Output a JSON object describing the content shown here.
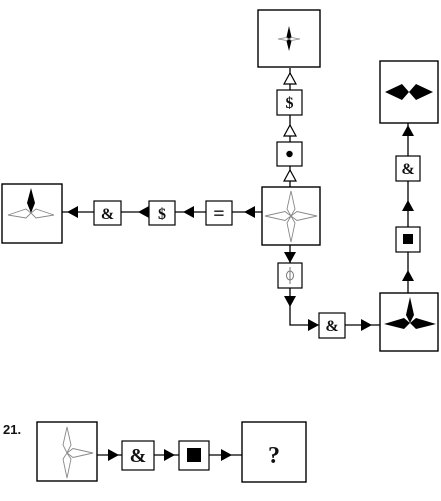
{
  "operators": {
    "ampersand": "&",
    "dollar": "$",
    "equals": "=",
    "circle_on_line": "circle-on-line-symbol",
    "filled_square": "filled-square-symbol",
    "dot": "dot-symbol"
  },
  "question": {
    "number": "21.",
    "answer_placeholder": "?"
  },
  "arrow_types": {
    "filled": "filled-triangle-arrow",
    "hollow": "hollow-triangle-arrow"
  },
  "colors": {
    "stroke": "#000000",
    "background": "#ffffff",
    "star_outline": "#8a8a8a"
  }
}
